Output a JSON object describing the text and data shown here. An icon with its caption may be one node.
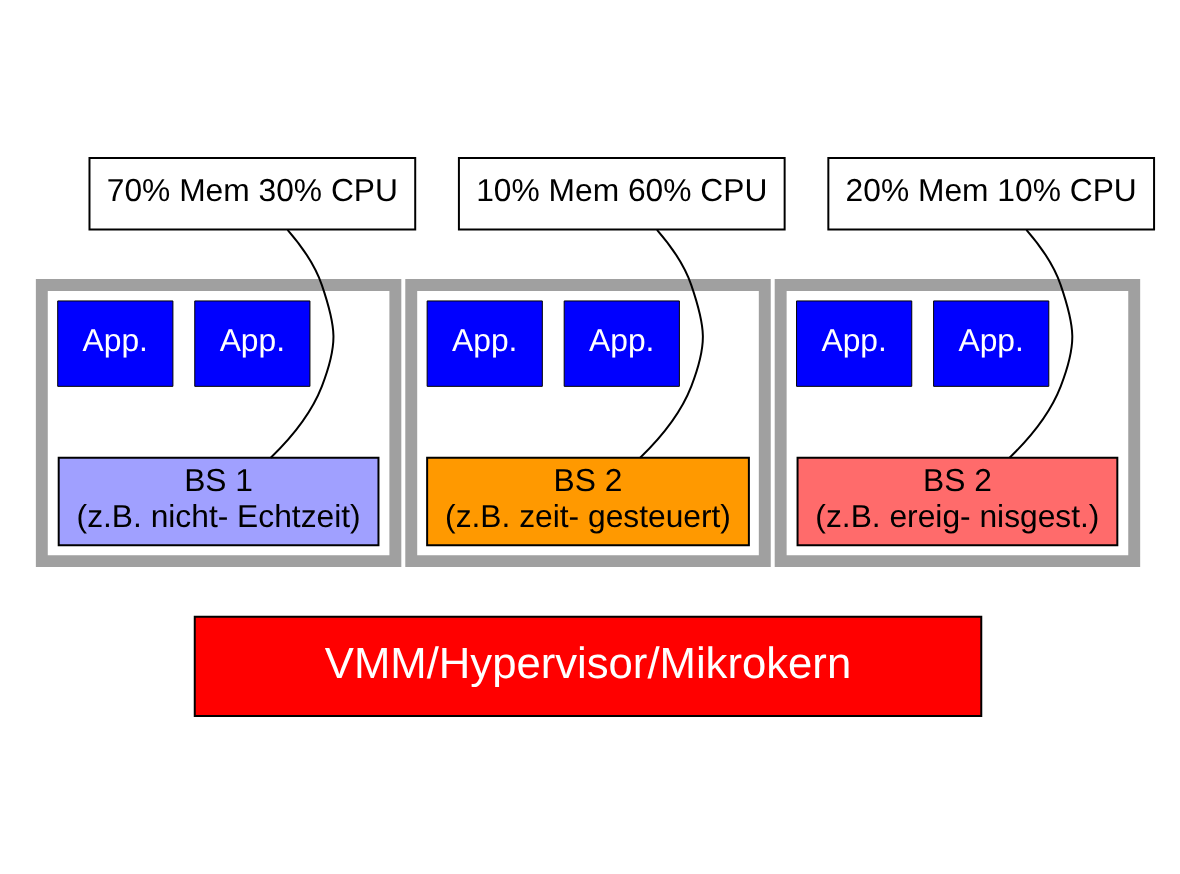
{
  "diagram": {
    "nodes": [
      {
        "text": [
          "70% Mem 30% CPU"
        ]
      },
      {
        "text": [
          "10% Mem 60% CPU"
        ]
      },
      {
        "text": [
          "20% Mem 10% CPU"
        ]
      },
      {
        "text": [],
        "shape": "box"
      },
      {
        "text": [
          "App."
        ],
        "in": 3
      },
      {
        "text": [
          "App."
        ],
        "in": 3
      },
      {
        "text": [
          "BS 1",
          "(z.B. nicht- Echtzeit)"
        ],
        "in": 3
      },
      {
        "text": [],
        "shape": "box"
      },
      {
        "text": [
          "App."
        ],
        "in": 7
      },
      {
        "text": [
          "App."
        ],
        "in": 7
      },
      {
        "text": [
          "BS 2",
          "(z.B. zeit- gesteuert)"
        ],
        "in": 7
      },
      {
        "text": [],
        "shape": "box"
      },
      {
        "text": [
          "App."
        ],
        "in": 11
      },
      {
        "text": [
          "App."
        ],
        "in": 11
      },
      {
        "text": [
          "BS 2",
          "(z.B. ereig- nisgest.)"
        ],
        "in": 11
      },
      {
        "text": [
          "VMM/Hypervisor/Mikrokern"
        ]
      }
    ],
    "edges": [
      {
        "from": 0,
        "to": 6,
        "arrow": "none"
      },
      {
        "from": 1,
        "to": 10,
        "arrow": "none"
      },
      {
        "from": 2,
        "to": 14,
        "arrow": "none"
      }
    ]
  }
}
